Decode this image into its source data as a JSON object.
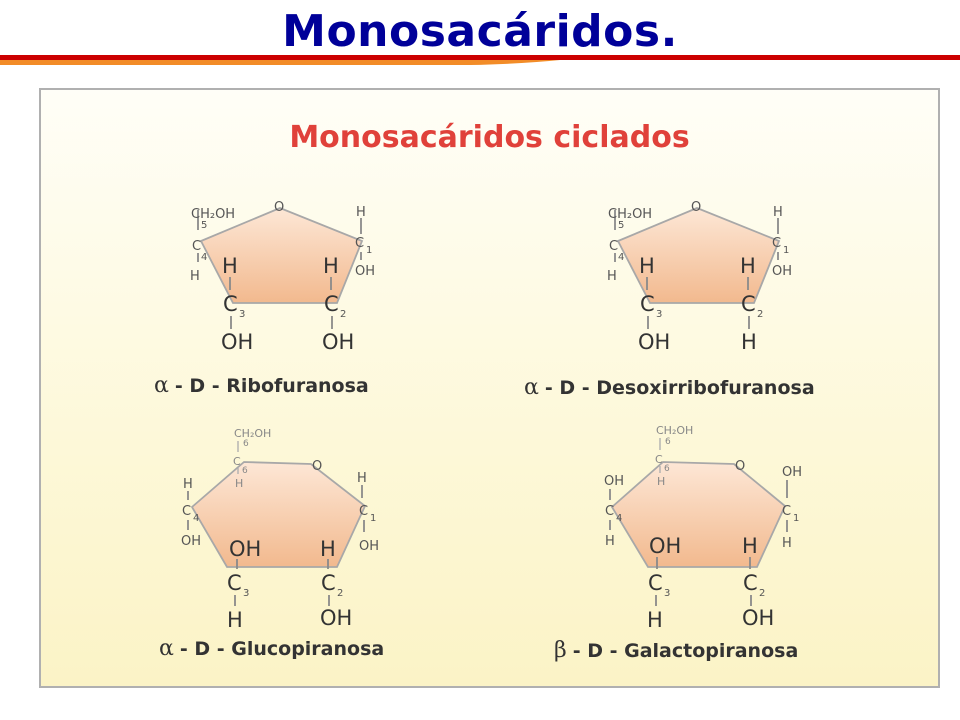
{
  "slide": {
    "title": "Monosacáridos."
  },
  "panel": {
    "heading": "Monosacáridos ciclados"
  },
  "molecules": [
    {
      "greek": "α",
      "caption": "- D - Ribofuranosa"
    },
    {
      "greek": "α",
      "caption": "- D - Desoxirribofuranosa"
    },
    {
      "greek": "α",
      "caption": "- D - Glucopiranosa"
    },
    {
      "greek": "β",
      "caption": "- D - Galactopiranosa"
    }
  ],
  "atoms": {
    "C": "C",
    "H": "H",
    "O": "O",
    "OH": "OH",
    "CH2OH": "CH₂OH"
  },
  "numbers": {
    "n1": "1",
    "n2": "2",
    "n3": "3",
    "n4": "4",
    "n5": "5",
    "n6": "6"
  },
  "colors": {
    "title": "#000099",
    "heading": "#e0413a",
    "rule_red": "#cc0000",
    "rule_orange": "#f28c28",
    "ring_fill": "#f7c9a4"
  }
}
